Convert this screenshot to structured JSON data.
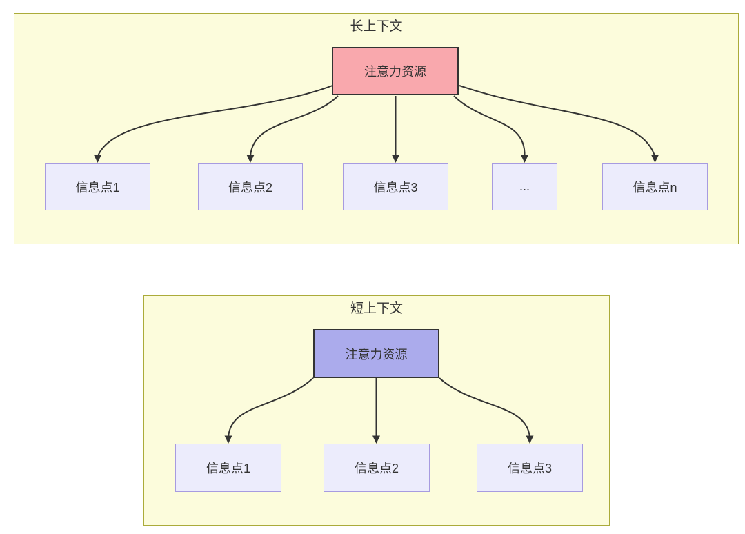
{
  "diagram": {
    "long_context": {
      "title": "长上下文",
      "attention_label": "注意力资源",
      "attention_fill": "#f9a8ad",
      "nodes": [
        "信息点1",
        "信息点2",
        "信息点3",
        "...",
        "信息点n"
      ]
    },
    "short_context": {
      "title": "短上下文",
      "attention_label": "注意力资源",
      "attention_fill": "#ababec",
      "nodes": [
        "信息点1",
        "信息点2",
        "信息点3"
      ]
    },
    "colors": {
      "container_fill": "#fcfcdc",
      "container_border": "#abab3a",
      "node_fill": "#ececfc",
      "node_border": "#a79be0",
      "attention_long_fill": "#f9a8ad",
      "attention_short_fill": "#ababec",
      "attention_border": "#333333",
      "edge": "#333333",
      "text": "#333333"
    }
  }
}
